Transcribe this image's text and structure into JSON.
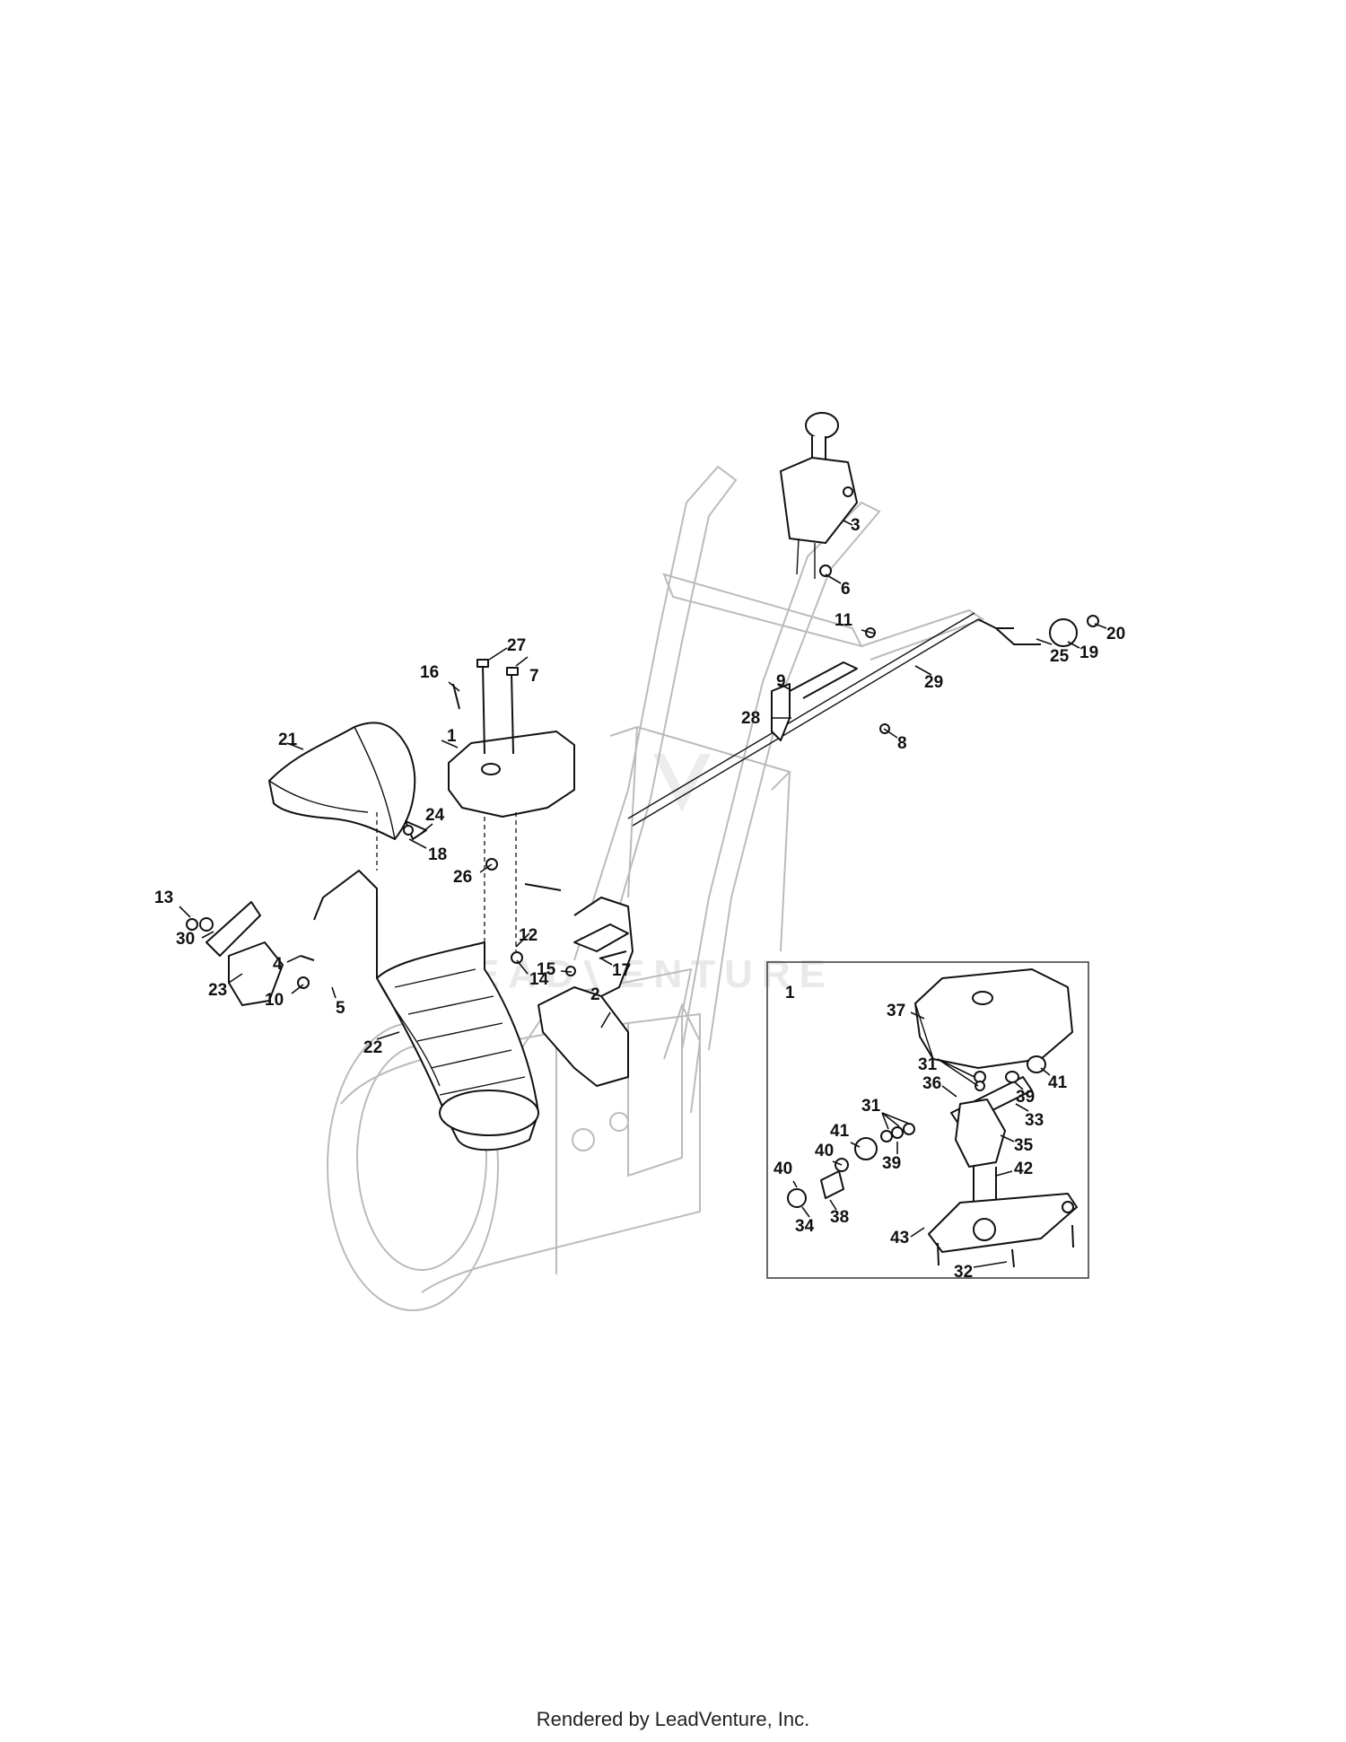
{
  "footer_text": "Rendered by LeadVenture, Inc.",
  "watermark_text": "LEADVENTURE",
  "inset_label": "1",
  "callouts": {
    "p1": "1",
    "p2": "2",
    "p3": "3",
    "p4": "4",
    "p5": "5",
    "p6": "6",
    "p7": "7",
    "p8": "8",
    "p9": "9",
    "p10": "10",
    "p11": "11",
    "p12": "12",
    "p13": "13",
    "p14": "14",
    "p15": "15",
    "p16": "16",
    "p17": "17",
    "p18": "18",
    "p19": "19",
    "p20": "20",
    "p21": "21",
    "p22": "22",
    "p23": "23",
    "p24": "24",
    "p25": "25",
    "p26": "26",
    "p27": "27",
    "p28": "28",
    "p29": "29",
    "p30": "30"
  },
  "inset_callouts": {
    "p31": "31",
    "p32": "32",
    "p33": "33",
    "p34": "34",
    "p35": "35",
    "p36": "36",
    "p37": "37",
    "p38": "38",
    "p39": "39",
    "p40": "40",
    "p41": "41",
    "p42": "42",
    "p43": "43"
  }
}
